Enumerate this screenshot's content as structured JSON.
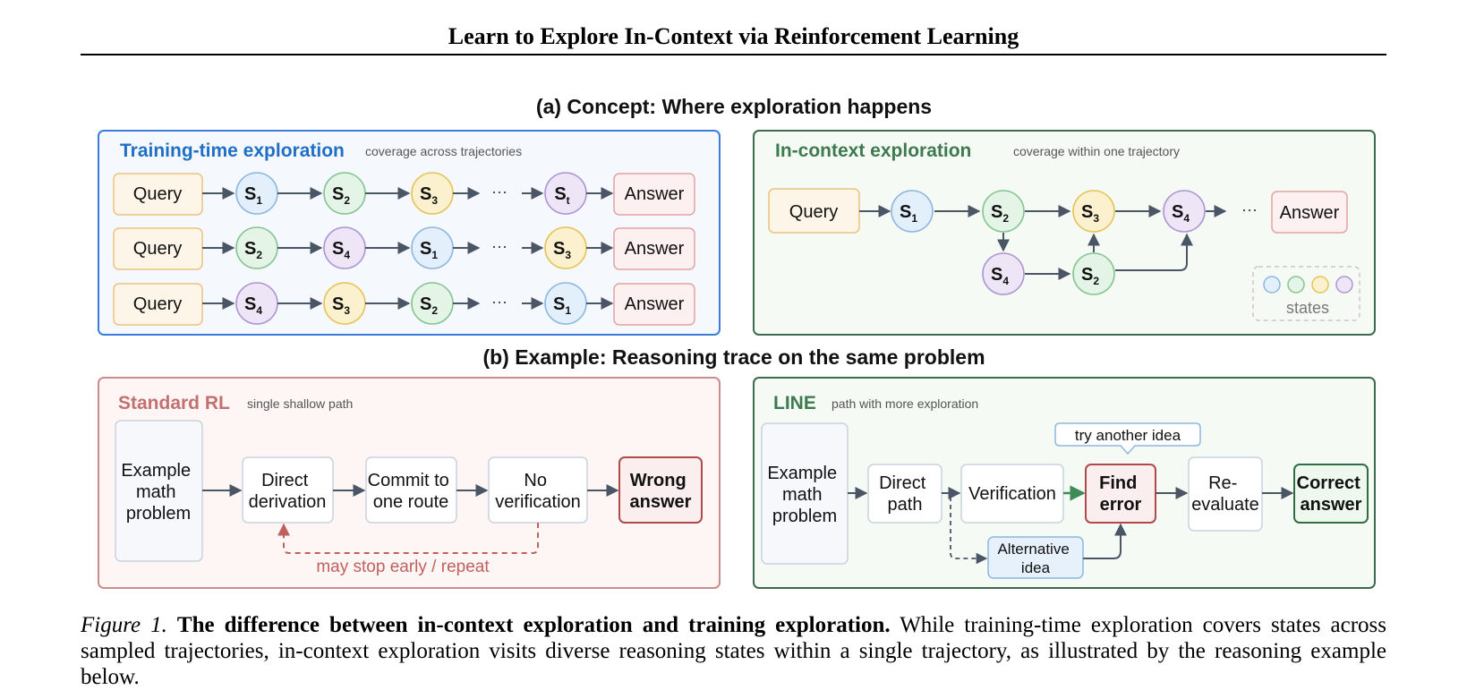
{
  "header": {
    "title": "Learn to Explore In-Context via Reinforcement Learning"
  },
  "figure": {
    "panel_a_title": "(a) Concept: Where exploration happens",
    "panel_b_title": "(b) Example: Reasoning trace on the same problem",
    "training": {
      "title": "Training-time exploration",
      "subtitle": "coverage across trajectories",
      "query_label": "Query",
      "answer_label": "Answer",
      "ellipsis": "···",
      "rows": [
        [
          {
            "letter": "S",
            "sub": "1",
            "state": "blue"
          },
          {
            "letter": "S",
            "sub": "2",
            "state": "green"
          },
          {
            "letter": "S",
            "sub": "3",
            "state": "yellow"
          },
          {
            "letter": "S",
            "sub": "t",
            "state": "purple"
          }
        ],
        [
          {
            "letter": "S",
            "sub": "2",
            "state": "green"
          },
          {
            "letter": "S",
            "sub": "4",
            "state": "purple"
          },
          {
            "letter": "S",
            "sub": "1",
            "state": "blue"
          },
          {
            "letter": "S",
            "sub": "3",
            "state": "yellow"
          }
        ],
        [
          {
            "letter": "S",
            "sub": "4",
            "state": "purple"
          },
          {
            "letter": "S",
            "sub": "3",
            "state": "yellow"
          },
          {
            "letter": "S",
            "sub": "2",
            "state": "green"
          },
          {
            "letter": "S",
            "sub": "1",
            "state": "blue"
          }
        ]
      ]
    },
    "incontext": {
      "title": "In-context exploration",
      "subtitle": "coverage within one trajectory",
      "query_label": "Query",
      "answer_label": "Answer",
      "ellipsis": "···",
      "main_nodes": [
        {
          "letter": "S",
          "sub": "1",
          "state": "blue"
        },
        {
          "letter": "S",
          "sub": "2",
          "state": "green"
        },
        {
          "letter": "S",
          "sub": "3",
          "state": "yellow"
        },
        {
          "letter": "S",
          "sub": "4",
          "state": "purple"
        }
      ],
      "branch_nodes": [
        {
          "letter": "S",
          "sub": "4",
          "state": "purple"
        },
        {
          "letter": "S",
          "sub": "2",
          "state": "green"
        }
      ],
      "legend_label": "states"
    },
    "standard": {
      "title": "Standard RL",
      "subtitle": "single shallow path",
      "problem": [
        "Example",
        "math",
        "problem"
      ],
      "steps": [
        [
          "Direct",
          "derivation"
        ],
        [
          "Commit to",
          "one route"
        ],
        [
          "No",
          "verification"
        ]
      ],
      "result": [
        "Wrong",
        "answer"
      ],
      "loop_label": "may stop early / repeat"
    },
    "line": {
      "title": "LINE",
      "subtitle": "path with more exploration",
      "problem": [
        "Example",
        "math",
        "problem"
      ],
      "direct": [
        "Direct",
        "path"
      ],
      "verification": "Verification",
      "find_error": [
        "Find",
        "error"
      ],
      "reevaluate": [
        "Re-",
        "evaluate"
      ],
      "result": [
        "Correct",
        "answer"
      ],
      "alternative": [
        "Alternative",
        "idea"
      ],
      "callout": "try another idea"
    },
    "colors": {
      "training_border": "#3b7dd8",
      "training_bg": "#f5f9fe",
      "training_title": "#1f6fc5",
      "incontext_border": "#3d6b4c",
      "incontext_bg": "#f6faf5",
      "incontext_title": "#3d7a4f",
      "standard_border": "#c98d8d",
      "standard_bg": "#fdf6f5",
      "standard_title": "#c27070",
      "line_title": "#3d7a4f",
      "correct_border": "#2f6e43",
      "correct_bg": "#eef8ef",
      "wrong_border": "#b04a4a",
      "wrong_bg": "#fbeeee",
      "loop_color": "#c0605e",
      "arrow": "#4a5566",
      "green_arrow": "#3f8b55",
      "state_blue": [
        "#e3f0fb",
        "#8cb8e0"
      ],
      "state_green": [
        "#e4f4e6",
        "#86c592"
      ],
      "state_yellow": [
        "#fcf1cf",
        "#e6c35a"
      ],
      "state_purple": [
        "#eee6f7",
        "#ad96d2"
      ],
      "query_bg": "#fdf5e7",
      "query_border": "#ebc17e",
      "answer_bg": "#fdf0f0",
      "answer_border": "#e3a2a2"
    }
  },
  "caption": {
    "label": "Figure 1.",
    "bold": "The difference between in-context exploration and training exploration.",
    "text": "While training-time exploration covers states across sampled trajectories, in-context exploration visits diverse reasoning states within a single trajectory, as illustrated by the reasoning example below."
  }
}
